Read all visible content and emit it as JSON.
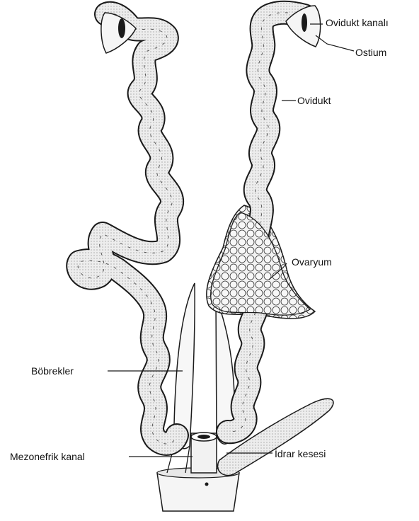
{
  "labels": {
    "ovidukt_kanali": "Ovidukt kanalı",
    "ostium": "Ostium",
    "ovidukt": "Ovidukt",
    "ovaryum": "Ovaryum",
    "bobrekler": "Böbrekler",
    "mezonefrik_kanal": "Mezonefrik kanal",
    "idrar_kesesi": "İdrar kesesi"
  },
  "colors": {
    "line": "#1a1a1a",
    "tissue": "#ededed",
    "tissue_dark": "#bdbdbd",
    "background": "#ffffff"
  }
}
